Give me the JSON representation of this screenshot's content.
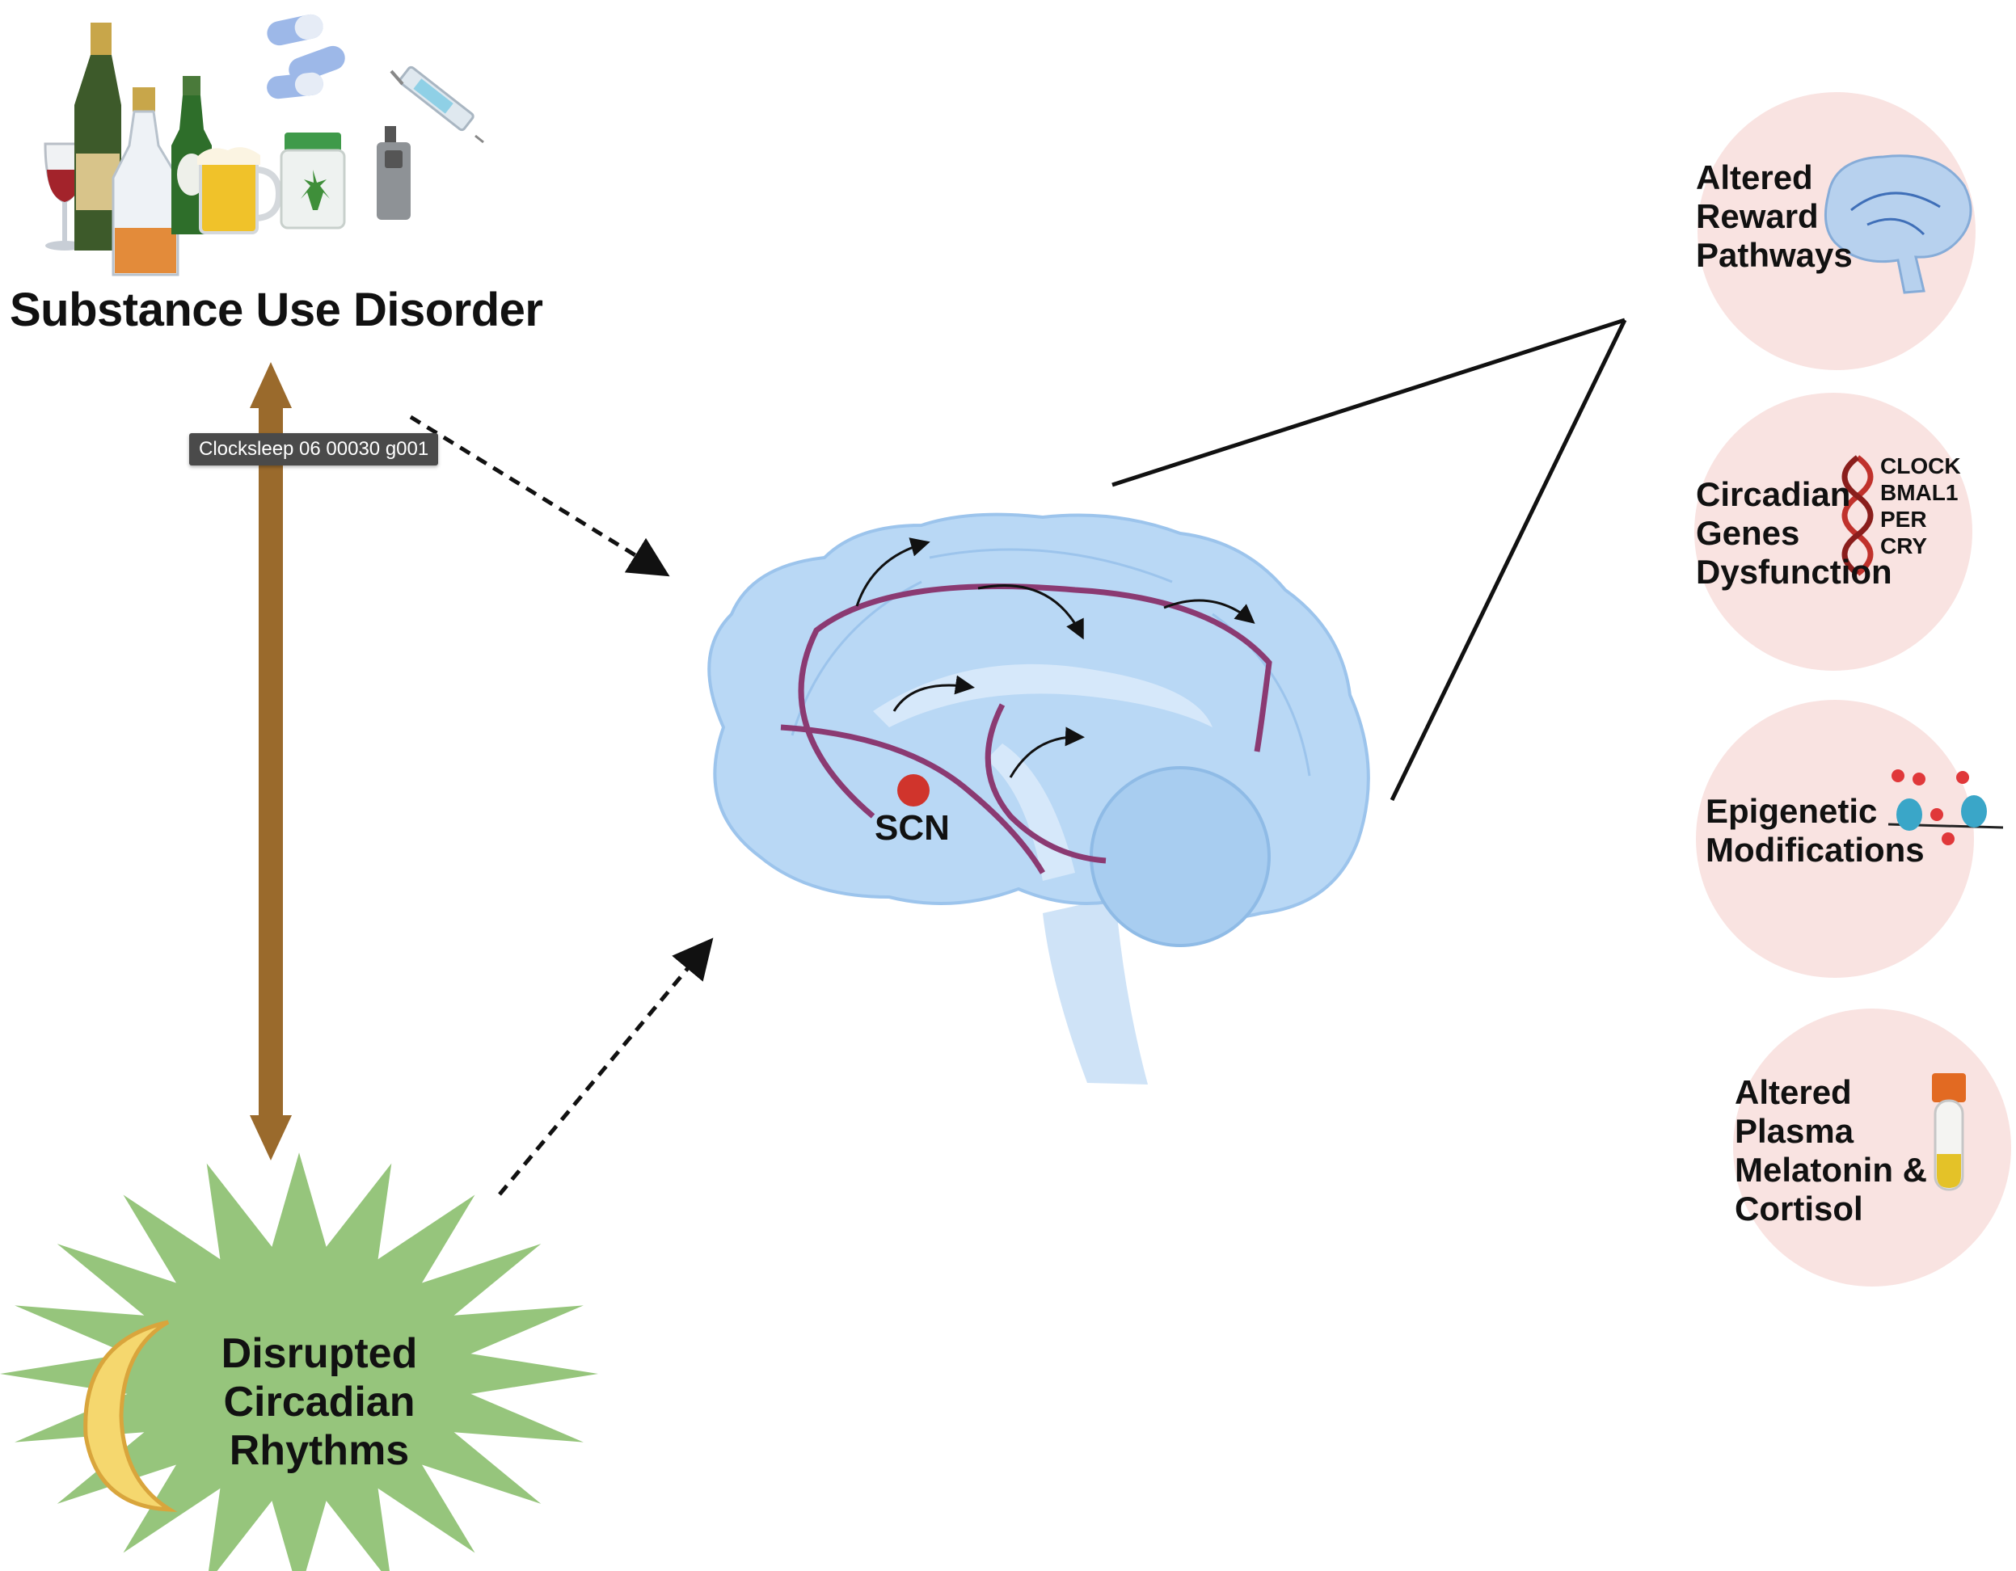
{
  "tooltip": {
    "text": "Clocksleep 06 00030 g001"
  },
  "substance": {
    "title": "Substance Use Disorder"
  },
  "brain": {
    "scn_label": "SCN"
  },
  "circadian": {
    "line1": "Disrupted",
    "line2": "Circadian Rhythms"
  },
  "outcomes": [
    {
      "lines": [
        "Altered",
        "Reward",
        "Pathways"
      ]
    },
    {
      "lines": [
        "Circadian",
        "Genes",
        "Dysfunction"
      ],
      "genes": [
        "CLOCK",
        "BMAL1",
        "PER",
        "CRY"
      ]
    },
    {
      "lines": [
        "Epigenetic",
        "Modifications"
      ]
    },
    {
      "lines": [
        "Altered",
        "Plasma",
        "Melatonin &",
        "Cortisol"
      ]
    }
  ],
  "colors": {
    "arrow_brown": "#9a6a2c",
    "circle_fill": "#f9e3e1",
    "brain_fill": "#b9d8f5",
    "star_fill": "#96c57c",
    "pathway": "#8b3a72",
    "scn_dot": "#d0342c"
  }
}
